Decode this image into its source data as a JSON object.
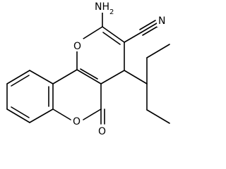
{
  "molecule": {
    "labels": {
      "amine": "NH2",
      "nitrile_n": "N",
      "pyran_o": "O",
      "lactone_o": "O",
      "carbonyl_o": "O"
    }
  }
}
